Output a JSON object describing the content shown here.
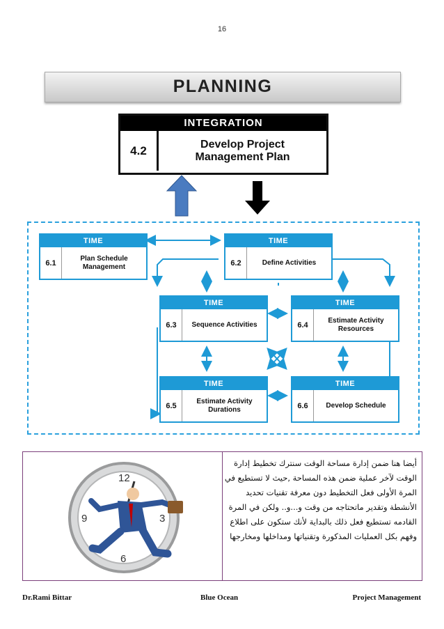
{
  "page_number": "16",
  "banner": {
    "title": "PLANNING"
  },
  "integration": {
    "header": "INTEGRATION",
    "number": "4.2",
    "name": "Develop Project\nManagement Plan"
  },
  "processes": [
    {
      "band": "TIME",
      "number": "6.1",
      "name": "Plan Schedule\nManagement"
    },
    {
      "band": "TIME",
      "number": "6.2",
      "name": "Define Activities"
    },
    {
      "band": "TIME",
      "number": "6.3",
      "name": "Sequence Activities"
    },
    {
      "band": "TIME",
      "number": "6.4",
      "name": "Estimate Activity\nResources"
    },
    {
      "band": "TIME",
      "number": "6.5",
      "name": "Estimate Activity\nDurations"
    },
    {
      "band": "TIME",
      "number": "6.6",
      "name": "Develop Schedule"
    }
  ],
  "arabic_lines": [
    "أيضا هنا ضمن إدارة  مساحة الوقت  سنترك تخطيط إدارة",
    "الوقت لآخر عملية ضمن هذه المساحة ,حيث لا تستطيع في",
    "المرة الأولى فعل التخطيط دون معرفة تقنيات تحديد",
    "الأنشطة وتقدير ماتحتاجه من وقت و...و.. ولكن في المرة",
    "القادمه تستطيع فعل ذلك بالبداية لأنك ستكون على اطلاع",
    "وفهم بكل العمليات المذكورة  وتقنياتها ومداخلها ومخارجها"
  ],
  "clock_numbers": [
    "12",
    "3",
    "6",
    "9"
  ],
  "footer": {
    "left": "Dr.Rami Bittar",
    "center": "Blue Ocean",
    "right": "Project Management"
  },
  "colors": {
    "process_blue": "#1e9ad6",
    "frame_dash": "#2aa0dd",
    "up_arrow": "#4a7bc0",
    "down_arrow": "#000000"
  }
}
